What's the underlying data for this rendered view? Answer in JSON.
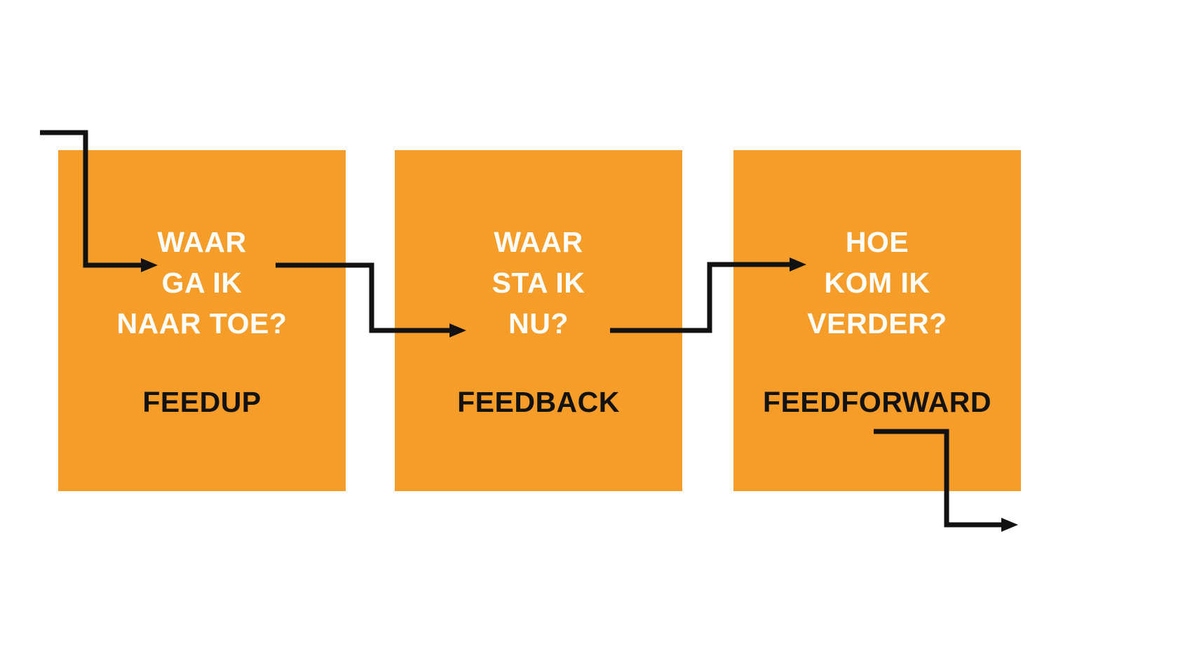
{
  "diagram": {
    "colors": {
      "background": "#FFFFFF",
      "box": "#F59D28",
      "line": "#121212",
      "question_text": "#FFFFFF",
      "label_text": "#121212"
    },
    "boxes": [
      {
        "question": "WAAR GA IK NAAR TOE?",
        "question_lines": [
          "WAAR",
          "GA IK",
          "NAAR TOE?"
        ],
        "label": "FEEDUP"
      },
      {
        "question": "WAAR STA IK NU?",
        "question_lines": [
          "WAAR",
          "STA IK",
          "NU?"
        ],
        "label": "FEEDBACK"
      },
      {
        "question": "HOE KOM IK VERDER?",
        "question_lines": [
          "HOE",
          "KOM IK",
          "VERDER?"
        ],
        "label": "FEEDFORWARD"
      }
    ]
  }
}
